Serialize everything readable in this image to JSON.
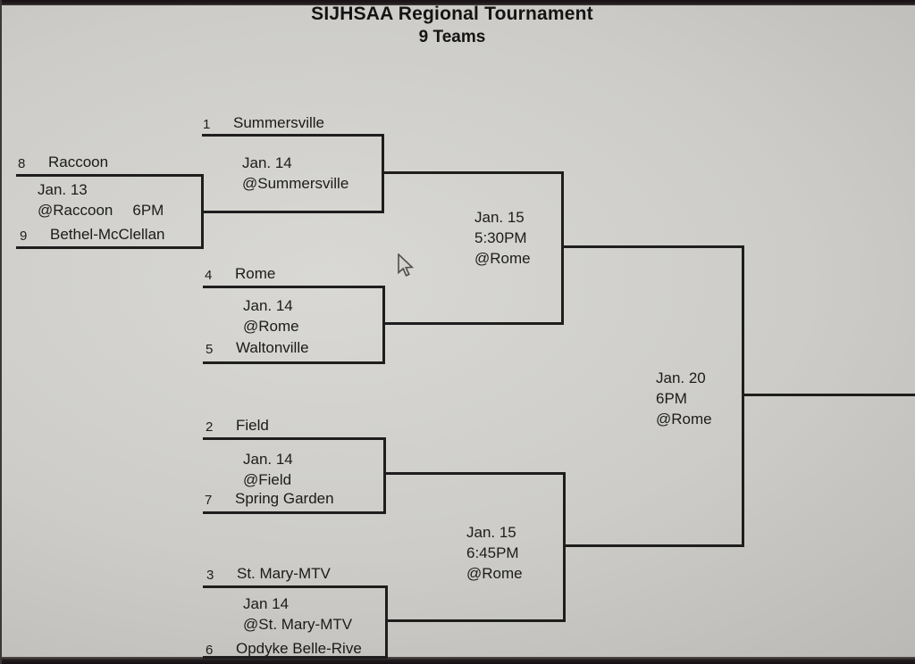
{
  "title": {
    "line1": "SIJHSAA Regional Tournament",
    "line2": "9 Teams"
  },
  "colors": {
    "background": "#cdccc8",
    "line": "#1e1e1e",
    "text": "#1b1b1b",
    "bezel": "#1a1417"
  },
  "bracket": {
    "playin": {
      "seed_top": "8",
      "team_top": "Raccoon",
      "seed_bottom": "9",
      "team_bottom": "Bethel-McClellan",
      "date": "Jan. 13",
      "venue": "@Raccoon",
      "time": "6PM"
    },
    "round1": [
      {
        "seed_top": "1",
        "team_top": "Summersville",
        "date": "Jan. 14",
        "venue": "@Summersville"
      },
      {
        "seed_top": "4",
        "team_top": "Rome",
        "seed_bottom": "5",
        "team_bottom": "Waltonville",
        "date": "Jan. 14",
        "venue": "@Rome"
      },
      {
        "seed_top": "2",
        "team_top": "Field",
        "seed_bottom": "7",
        "team_bottom": "Spring Garden",
        "date": "Jan. 14",
        "venue": "@Field"
      },
      {
        "seed_top": "3",
        "team_top": "St. Mary-MTV",
        "seed_bottom": "6",
        "team_bottom": "Opdyke Belle-Rive",
        "date": "Jan 14",
        "venue": "@St. Mary-MTV"
      }
    ],
    "semifinals": [
      {
        "date": "Jan. 15",
        "time": "5:30PM",
        "venue": "@Rome"
      },
      {
        "date": "Jan. 15",
        "time": "6:45PM",
        "venue": "@Rome"
      }
    ],
    "final": {
      "date": "Jan. 20",
      "time": "6PM",
      "venue": "@Rome"
    }
  }
}
